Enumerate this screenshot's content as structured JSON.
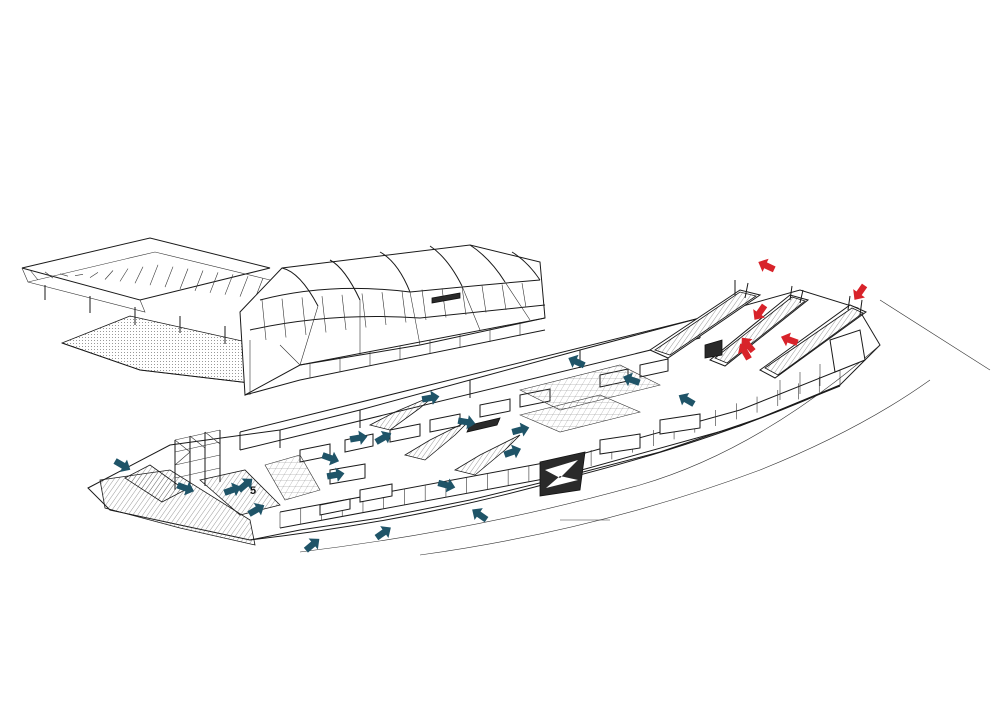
{
  "diagram": {
    "marker_label": "5",
    "colors": {
      "background": "#ffffff",
      "linework": "#1a1a1a",
      "entry_arrow": "#1f5468",
      "exit_arrow": "#d8232a"
    },
    "arrow_groups": [
      {
        "name": "entry-arrows",
        "color": "#1f5468",
        "count": 20
      },
      {
        "name": "exit-arrows",
        "color": "#d8232a",
        "count": 6
      }
    ]
  }
}
